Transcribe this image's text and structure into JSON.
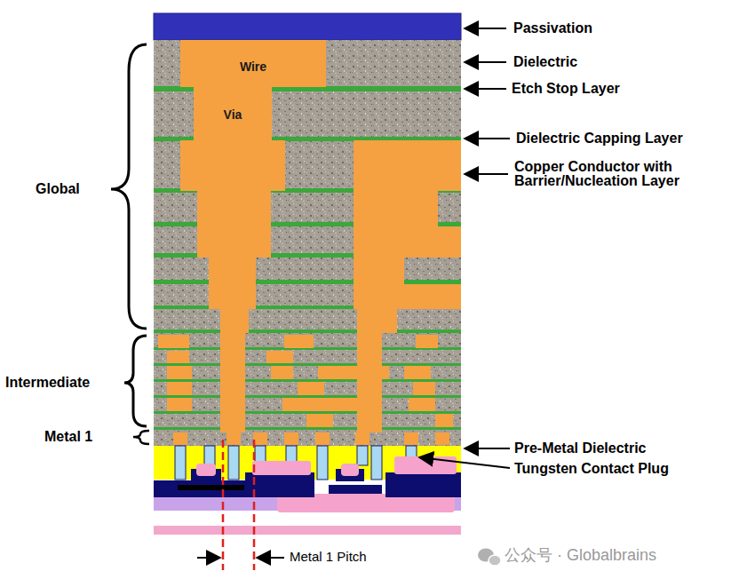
{
  "diagram": {
    "nodes": [
      {
        "text": [
          "Wire"
        ]
      },
      {
        "text": [
          "Via"
        ]
      }
    ],
    "labels": [
      "Passivation",
      "Dielectric",
      "Etch Stop Layer",
      "Dielectric Capping Layer",
      "Copper Conductor with Barrier/Nucleation Layer",
      "Global",
      "Intermediate",
      "Metal 1",
      "Pre-Metal Dielectric",
      "Tungsten Contact Plug",
      "Metal 1 Pitch",
      "公众号 · Globalbrains"
    ]
  }
}
